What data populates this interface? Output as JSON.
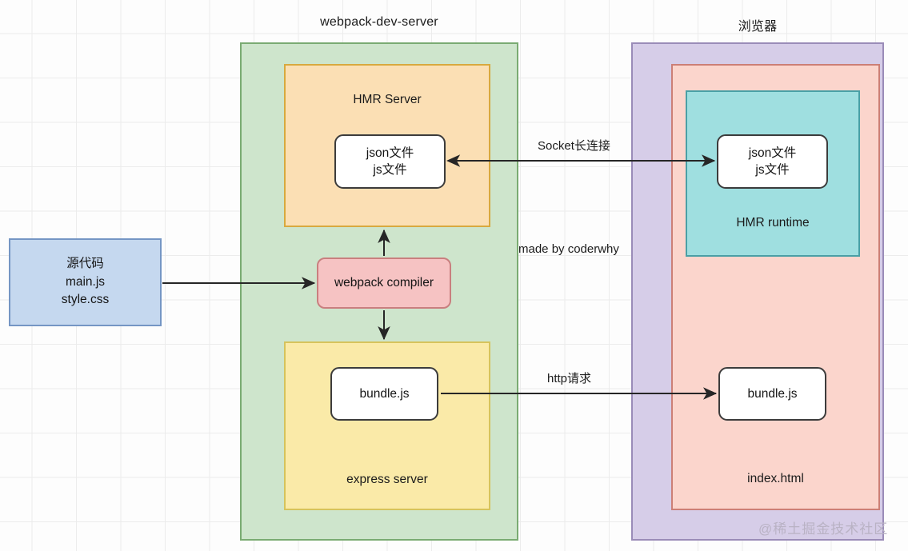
{
  "diagram": {
    "titles": {
      "dev_server": "webpack-dev-server",
      "browser": "浏览器"
    },
    "source_node": {
      "line1": "源代码",
      "line2": "main.js",
      "line3": "style.css",
      "fill": "#c5d8ef",
      "stroke": "#7596c4"
    },
    "dev_server_container": {
      "fill": "#cee5cc",
      "stroke": "#7aab72"
    },
    "hmr_server": {
      "label": "HMR Server",
      "fill": "#fbdfb4",
      "stroke": "#d8a93f",
      "node": {
        "line1": "json文件",
        "line2": "js文件"
      }
    },
    "webpack_compiler": {
      "label": "webpack compiler",
      "fill": "#f6c3c3",
      "stroke": "#c97f7f"
    },
    "express_server": {
      "label": "express server",
      "fill": "#faeaa8",
      "stroke": "#d6c35c",
      "node": {
        "line1": "bundle.js"
      }
    },
    "browser_container": {
      "fill": "#d6cde8",
      "stroke": "#9a8cb8"
    },
    "index_html": {
      "label": "index.html",
      "fill": "#fbd5cc",
      "stroke": "#cc7f76",
      "node": {
        "line1": "bundle.js"
      }
    },
    "hmr_runtime": {
      "label": "HMR runtime",
      "fill": "#9fdfe0",
      "stroke": "#4aa0a6",
      "node": {
        "line1": "json文件",
        "line2": "js文件"
      }
    },
    "edges": {
      "socket": "Socket长连接",
      "http": "http请求"
    },
    "credit": "made by coderwhy",
    "watermark": "@稀土掘金技术社区"
  }
}
